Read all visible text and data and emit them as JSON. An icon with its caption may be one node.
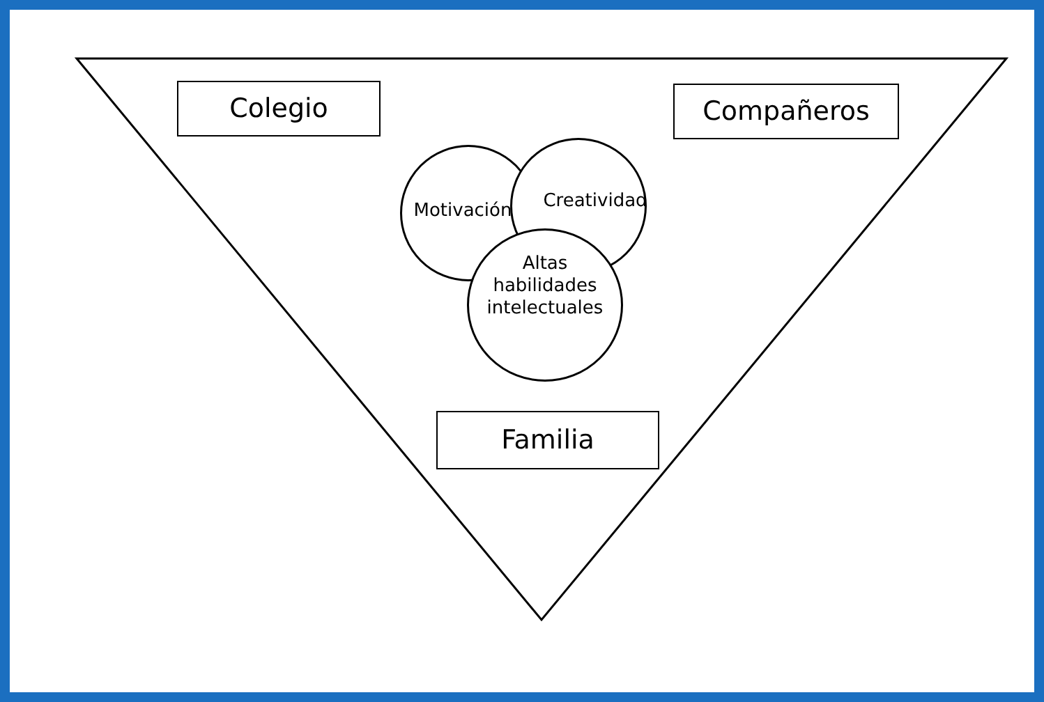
{
  "diagram": {
    "nodes": [
      {
        "text": [],
        "shape": "triangle"
      },
      {
        "text": [
          "Colegio"
        ],
        "in": 0
      },
      {
        "text": [
          "Compañeros"
        ],
        "in": 0
      },
      {
        "text": [
          "Motivación"
        ],
        "in": 0
      },
      {
        "text": [
          "Creatividad"
        ],
        "in": 0
      },
      {
        "text": [
          "Altas habilidades intelectuales"
        ],
        "in": 0
      },
      {
        "text": [
          "Familia"
        ],
        "in": 0
      }
    ]
  }
}
